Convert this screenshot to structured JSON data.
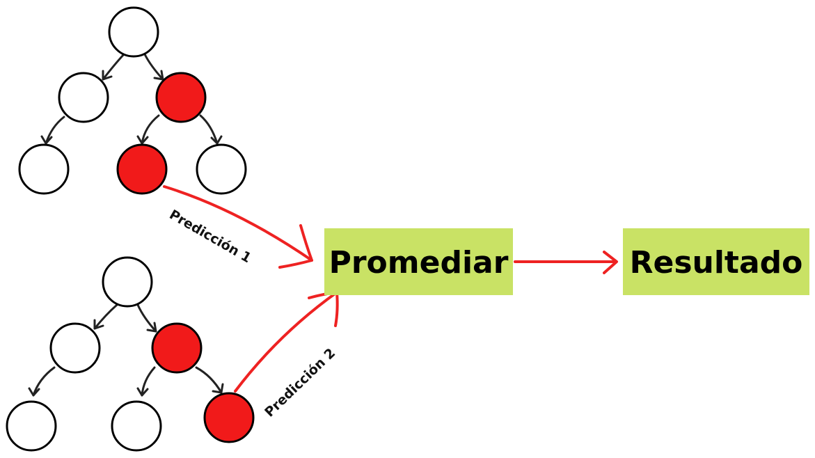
{
  "colors": {
    "node_default": "#ffffff",
    "node_highlight": "#f11a1a",
    "box_fill": "#c9e265",
    "arrow_red": "#ee2222",
    "edge": "#222222"
  },
  "trees": [
    {
      "name": "tree-1",
      "highlighted_path": [
        "root",
        "right",
        "right-left"
      ]
    },
    {
      "name": "tree-2",
      "highlighted_path": [
        "root",
        "right",
        "right-right"
      ]
    }
  ],
  "predictions": [
    {
      "label": "Predicción 1"
    },
    {
      "label": "Predicción 2"
    }
  ],
  "boxes": {
    "average": "Promediar",
    "result": "Resultado"
  }
}
